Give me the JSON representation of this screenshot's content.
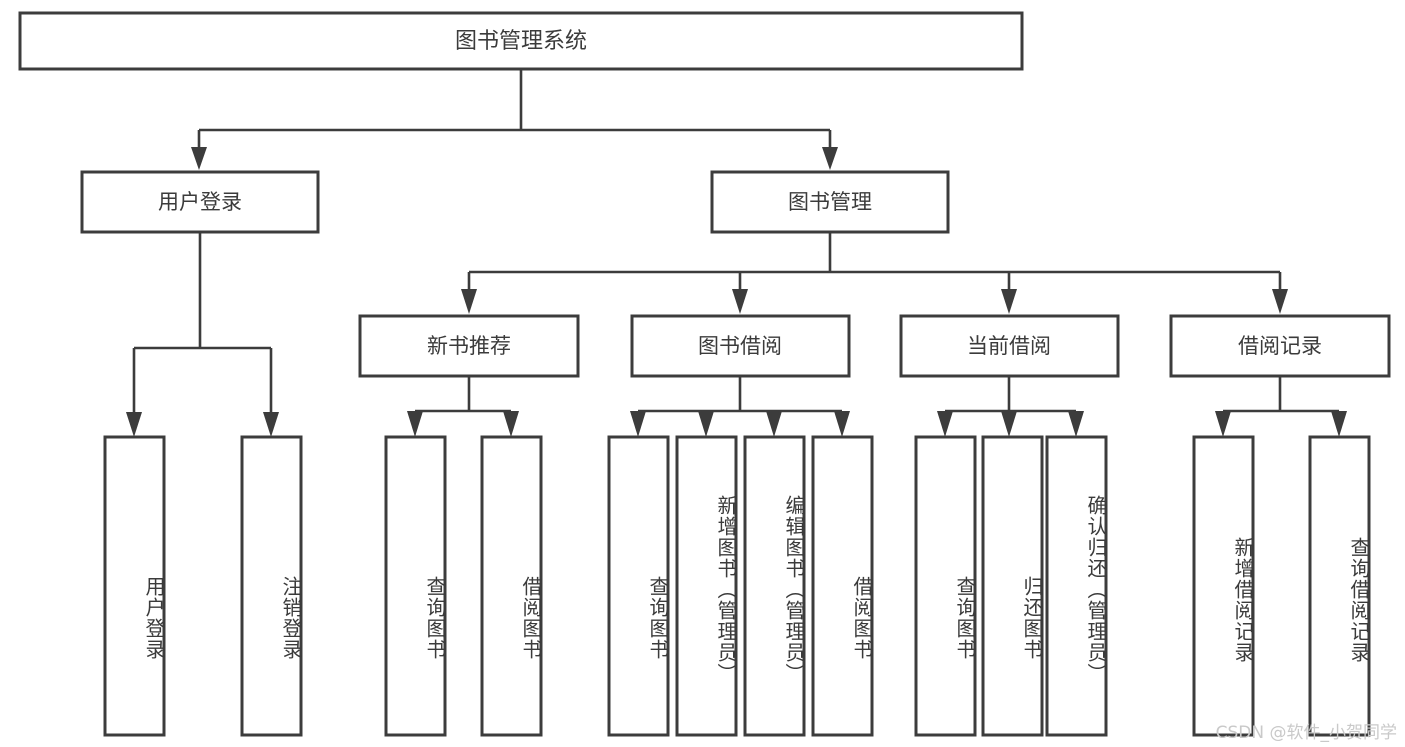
{
  "diagram": {
    "type": "tree-hierarchy",
    "title": "图书管理系统",
    "watermark": "CSDN @软件_小贺同学",
    "colors": {
      "stroke": "#3c3c3c",
      "fill": "#ffffff",
      "text": "#3b3b3b",
      "watermark": "#c9c9c9",
      "background": "#ffffff"
    },
    "root": {
      "label": "图书管理系统"
    },
    "level1": [
      {
        "label": "用户登录"
      },
      {
        "label": "图书管理"
      }
    ],
    "level2": [
      {
        "label": "新书推荐"
      },
      {
        "label": "图书借阅"
      },
      {
        "label": "当前借阅"
      },
      {
        "label": "借阅记录"
      }
    ],
    "leaves": {
      "user_login": [
        {
          "label": "用户登录"
        },
        {
          "label": "注销登录"
        }
      ],
      "new_book_recommend": [
        {
          "label": "查询图书"
        },
        {
          "label": "借阅图书"
        }
      ],
      "book_borrow": [
        {
          "label": "查询图书"
        },
        {
          "label": "新增图书（管理员）"
        },
        {
          "label": "编辑图书（管理员）"
        },
        {
          "label": "借阅图书"
        }
      ],
      "current_borrow": [
        {
          "label": "查询图书"
        },
        {
          "label": "归还图书"
        },
        {
          "label": "确认归还（管理员）"
        }
      ],
      "borrow_record": [
        {
          "label": "新增借阅记录"
        },
        {
          "label": "查询借阅记录"
        }
      ]
    }
  }
}
